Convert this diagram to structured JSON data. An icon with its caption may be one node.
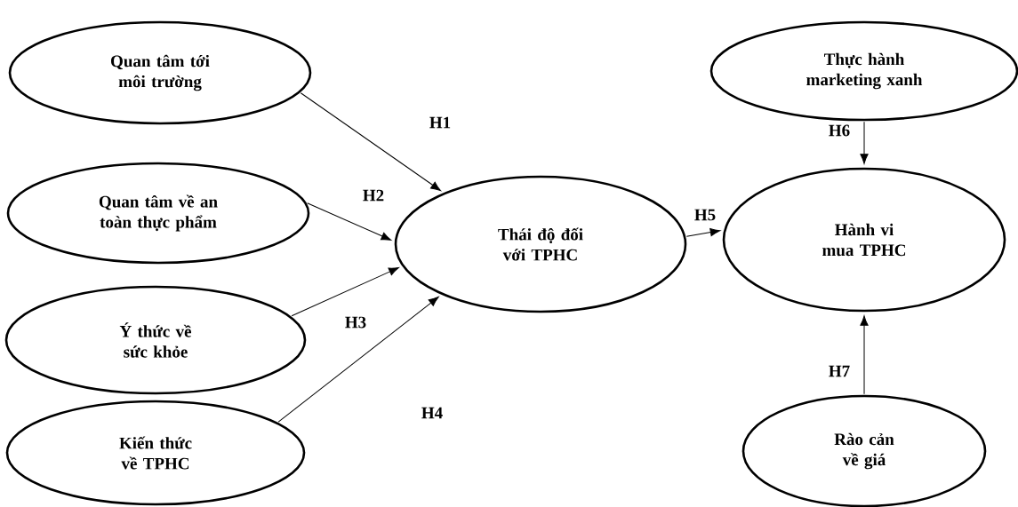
{
  "diagram": {
    "nodes": [
      {
        "text": [
          "Quan tâm tới môi trường"
        ]
      },
      {
        "text": [
          "Quan tâm về an toàn thực phẩm"
        ]
      },
      {
        "text": [
          "Ý thức về sức khỏe"
        ]
      },
      {
        "text": [
          "Kiến thức về TPHC"
        ]
      },
      {
        "text": [
          "Thái độ đối với TPHC"
        ]
      },
      {
        "text": [
          "Thực hành marketing xanh"
        ]
      },
      {
        "text": [
          "Hành vi mua TPHC"
        ]
      },
      {
        "text": [
          "Rào cản về giá"
        ]
      }
    ],
    "edges": [
      {
        "from": 0,
        "to": 4,
        "arrow": "to",
        "label": "H1"
      },
      {
        "from": 1,
        "to": 4,
        "arrow": "to",
        "label": "H2"
      },
      {
        "from": 2,
        "to": 4,
        "arrow": "to",
        "label": "H3"
      },
      {
        "from": 3,
        "to": 4,
        "arrow": "to",
        "label": "H4"
      },
      {
        "from": 4,
        "to": 6,
        "arrow": "to",
        "label": "H5"
      },
      {
        "from": 5,
        "to": 6,
        "arrow": "to",
        "label": "H6"
      },
      {
        "from": 7,
        "to": 6,
        "arrow": "to",
        "label": "H7"
      }
    ]
  }
}
